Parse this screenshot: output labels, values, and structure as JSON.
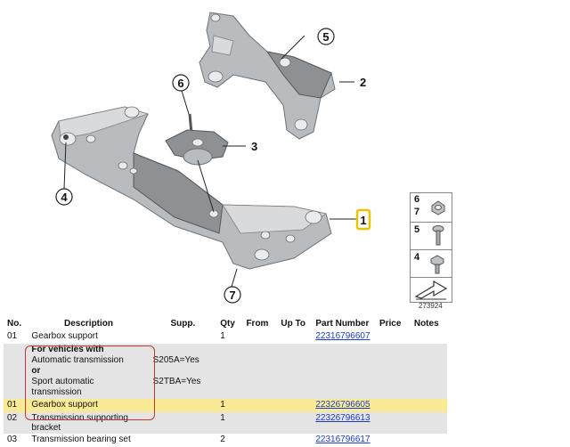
{
  "diagram": {
    "callouts": [
      {
        "id": "c1",
        "label": "1",
        "highlighted": true
      },
      {
        "id": "c2",
        "label": "2"
      },
      {
        "id": "c3",
        "label": "3"
      },
      {
        "id": "c4",
        "label": "4"
      },
      {
        "id": "c5",
        "label": "5"
      },
      {
        "id": "c6",
        "label": "6"
      },
      {
        "id": "c7",
        "label": "7"
      }
    ],
    "reference_number": "273924",
    "legend": {
      "items": [
        {
          "labels": [
            "6",
            "7"
          ],
          "icon": "nut-icon"
        },
        {
          "labels": [
            "5"
          ],
          "icon": "bolt-icon"
        },
        {
          "labels": [
            "4"
          ],
          "icon": "flange-bolt-icon"
        },
        {
          "labels": [],
          "icon": "tool-arrow-icon"
        }
      ]
    }
  },
  "table": {
    "headers": {
      "no": "No.",
      "description": "Description",
      "supp": "Supp.",
      "qty": "Qty",
      "from": "From",
      "up_to": "Up To",
      "part_number": "Part Number",
      "price": "Price",
      "notes": "Notes"
    },
    "rows": [
      {
        "no": "01",
        "description": "Gearbox support",
        "supp": "",
        "qty": "1",
        "part_number": "22316796607"
      },
      {
        "no": "",
        "description_lines": [
          "For vehicles with",
          "Automatic transmission",
          "or",
          "Sport automatic transmission"
        ],
        "supp_lines": [
          "",
          "S205A=Yes",
          "",
          "S2TBA=Yes"
        ]
      },
      {
        "no": "01",
        "description": "Gearbox support",
        "supp": "",
        "qty": "1",
        "part_number": "22326796605",
        "highlighted": true
      },
      {
        "no": "02",
        "description": "Transmission supporting bracket",
        "supp": "",
        "qty": "1",
        "part_number": "22326796613"
      },
      {
        "no": "03",
        "description": "Transmission bearing set",
        "supp": "",
        "qty": "2",
        "part_number": "22316796617"
      }
    ]
  },
  "colors": {
    "highlight_row": "#fbea95",
    "alt_row": "#e4e4e4",
    "callout_highlight": "#e8c300",
    "link": "#1a3cc8",
    "selection_outline": "#c0392b"
  }
}
